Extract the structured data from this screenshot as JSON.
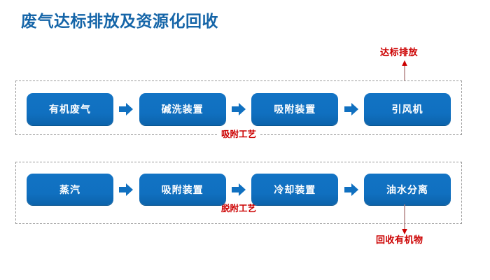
{
  "title": "废气达标排放及资源化回收",
  "theme": {
    "title_color": "#1565a8",
    "node_color": "#1070c0",
    "node_text_color": "#ffffff",
    "accent_red": "#cc0000",
    "dashed_border_color": "#9a9a9a",
    "connector_color": "#b08080",
    "background": "#ffffff"
  },
  "groups": [
    {
      "id": "adsorption",
      "caption": "吸附工艺",
      "nodes": [
        {
          "label": "有机废气"
        },
        {
          "label": "碱洗装置"
        },
        {
          "label": "吸附装置"
        },
        {
          "label": "引风机"
        }
      ]
    },
    {
      "id": "desorption",
      "caption": "脱附工艺",
      "nodes": [
        {
          "label": "蒸汽"
        },
        {
          "label": "吸附装置"
        },
        {
          "label": "冷却装置"
        },
        {
          "label": "油水分离"
        }
      ]
    }
  ],
  "outputs": {
    "emission": "达标排放",
    "recovery": "回收有机物"
  },
  "icons": {
    "flow_arrow": "arrow-right-icon",
    "up_arrow": "arrow-up-icon",
    "down_arrow": "arrow-down-icon"
  }
}
